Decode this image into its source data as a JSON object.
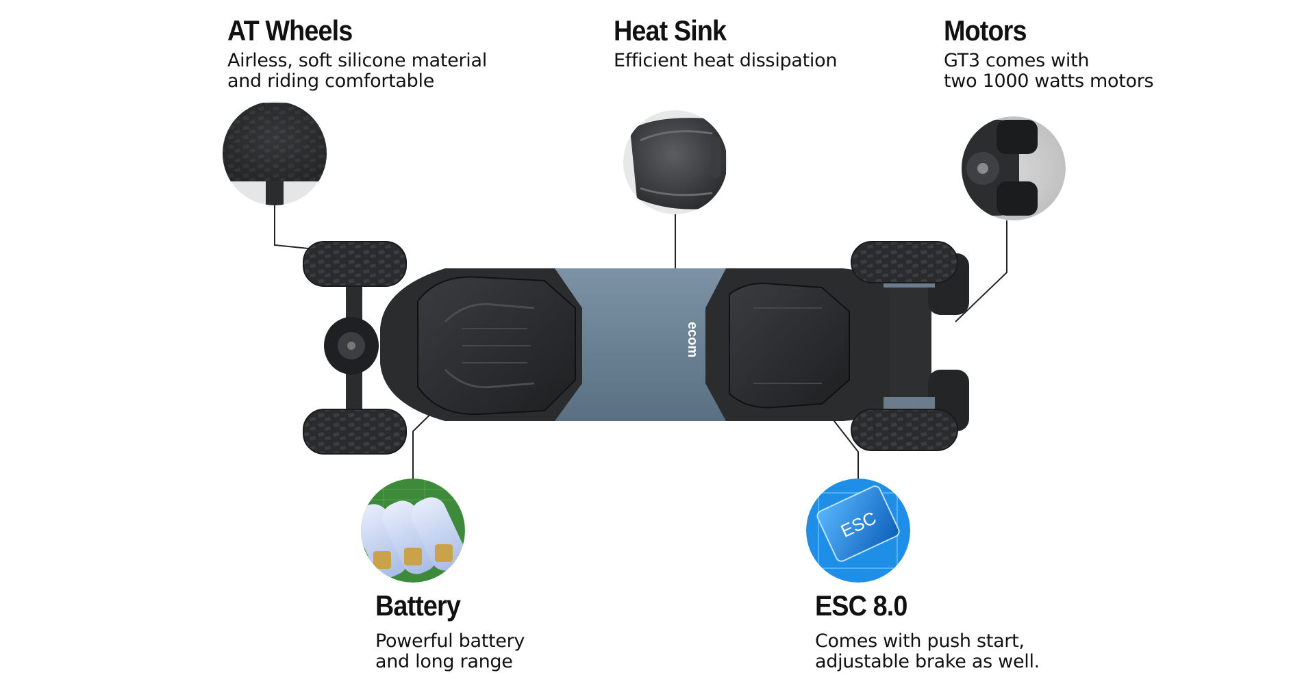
{
  "features": {
    "at_wheels": {
      "title": "AT Wheels",
      "lines": [
        "Airless, soft silicone material",
        "and riding comfortable"
      ]
    },
    "heat_sink": {
      "title": "Heat Sink",
      "lines": [
        "Efficient heat dissipation"
      ]
    },
    "motors": {
      "title": "Motors",
      "lines": [
        "GT3 comes with",
        "two 1000 watts motors"
      ]
    },
    "battery": {
      "title": "Battery",
      "lines": [
        "Powerful battery",
        "and long range"
      ]
    },
    "esc": {
      "title": "ESC 8.0",
      "lines": [
        "Comes with push start,",
        "adjustable brake as well."
      ]
    }
  },
  "deck": {
    "brand": "ecom",
    "esc_chip_label": "ESC"
  },
  "colors": {
    "deck_blue": "#6f8597",
    "deck_black": "#2a2c2e",
    "esc_blue": "#1f8ee6",
    "battery_green": "#3d8b3a",
    "battery_cell": "#c9d6f2"
  }
}
